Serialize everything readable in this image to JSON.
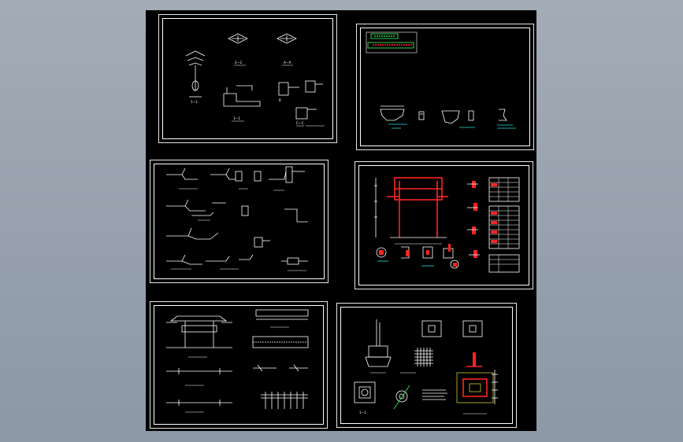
{
  "viewer": {
    "background_color": "#98a3b0",
    "canvas_color": "#000000"
  },
  "sheets": [
    {
      "id": "sheet-1",
      "labels": [
        "1—1",
        "2—2",
        "A—A",
        "1—1",
        "B",
        "C—C"
      ]
    },
    {
      "id": "sheet-2",
      "labels": []
    },
    {
      "id": "sheet-3",
      "labels": []
    },
    {
      "id": "sheet-4",
      "labels": []
    },
    {
      "id": "sheet-5",
      "labels": []
    },
    {
      "id": "sheet-6",
      "labels": [
        "1—1"
      ]
    }
  ],
  "colors": {
    "line": "#ffffff",
    "red": "#ff2424",
    "cyan": "#27d9e0",
    "green": "#33d04a",
    "yellow": "#e8e23a"
  }
}
